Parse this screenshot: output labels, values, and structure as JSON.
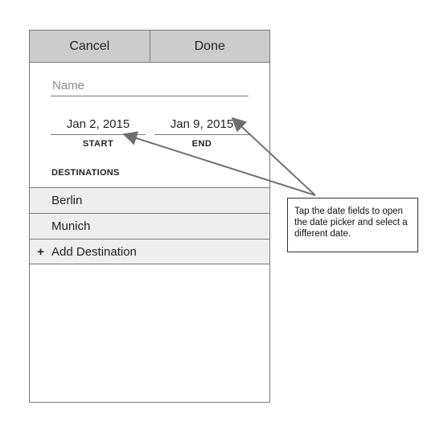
{
  "toolbar": {
    "cancel_label": "Cancel",
    "done_label": "Done"
  },
  "form": {
    "name_placeholder": "Name",
    "start_date": "Jan 2, 2015",
    "end_date": "Jan 9, 2015",
    "start_label": "START",
    "end_label": "END"
  },
  "destinations": {
    "title": "DESTINATIONS",
    "items": [
      {
        "label": "Berlin"
      },
      {
        "label": "Munich"
      }
    ],
    "add_icon": "+",
    "add_label": "Add Destination"
  },
  "annotation": {
    "text": "Tap the date fields to open the date picker and select a different date."
  },
  "colors": {
    "toolbar_bg": "#cccccc",
    "row_bg": "#eeeeee",
    "border": "#7a7a7a",
    "arrow": "#6f6f6f"
  }
}
